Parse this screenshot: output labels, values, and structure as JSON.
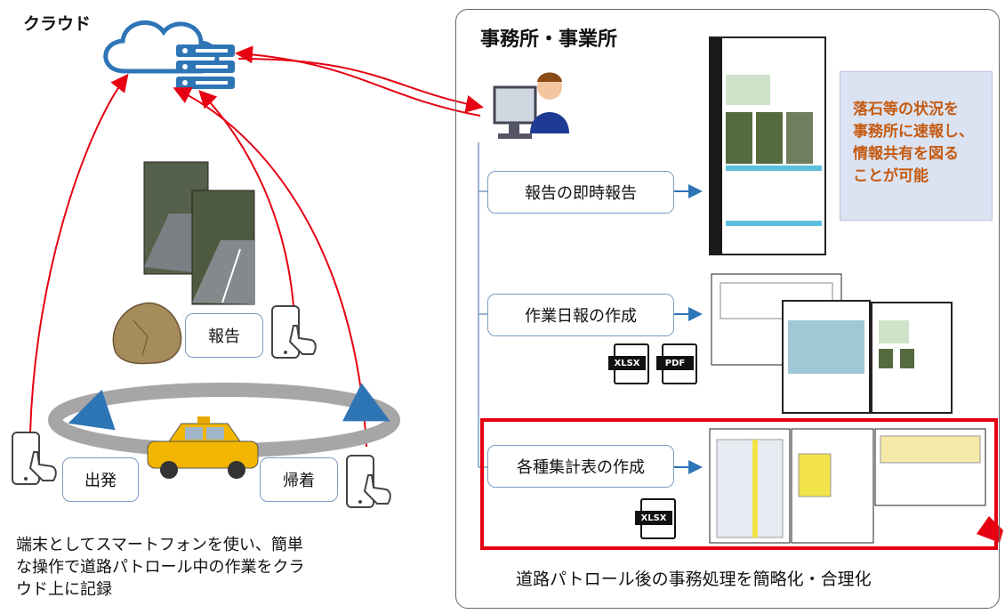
{
  "cloud": {
    "label": "クラウド"
  },
  "office": {
    "title": "事務所・事業所",
    "items": [
      {
        "label": "報告の即時報告"
      },
      {
        "label": "作業日報の作成"
      },
      {
        "label": "各種集計表の作成"
      }
    ],
    "callout_lines": [
      "落石等の状況を",
      "事務所に速報し、",
      "情報共有を図る",
      "ことが可能"
    ],
    "file_icons": {
      "xlsx": "XLSX",
      "pdf": "PDF"
    },
    "caption": "道路パトロール後の事務処理を簡略化・合理化"
  },
  "patrol": {
    "report_label": "報告",
    "depart_label": "出発",
    "return_label": "帰着",
    "caption_lines": [
      "端末としてスマートフォンを使い、簡単",
      "な操作で道路パトロール中の作業をクラ",
      "ウド上に記録"
    ]
  },
  "icons": [
    "cloud-icon",
    "server-icon",
    "office-worker-icon",
    "smartphone-icon",
    "rock-icon",
    "patrol-car-icon",
    "xlsx-file-icon",
    "pdf-file-icon"
  ],
  "colors": {
    "arrow": "#e60012",
    "box_border": "#7a9cc4",
    "callout_bg": "#dbe3f2",
    "callout_text": "#c55a11",
    "highlight": "#e60012",
    "loop_arrow": "#2e75b6"
  }
}
